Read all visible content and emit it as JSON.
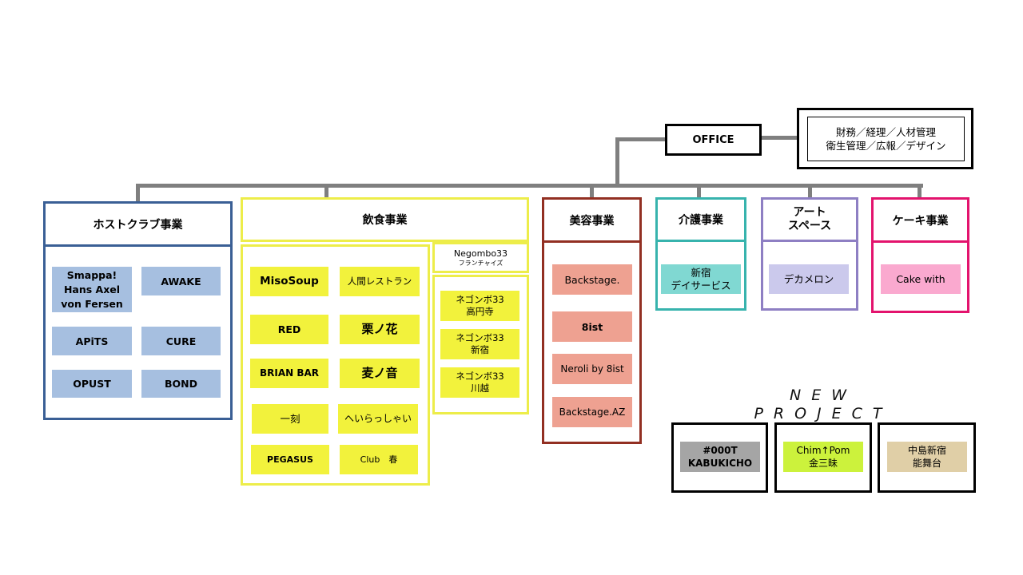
{
  "office": {
    "label": "OFFICE"
  },
  "admin": {
    "line1": "財務／経理／人材管理",
    "line2": "衛生管理／広報／デザイン"
  },
  "host": {
    "title": "ホストクラブ事業",
    "clubs": [
      {
        "lines": [
          "Smappa!",
          "Hans Axel",
          "von Fersen"
        ]
      },
      {
        "lines": [
          "AWAKE"
        ]
      },
      {
        "lines": [
          "APiTS"
        ]
      },
      {
        "lines": [
          "CURE"
        ]
      },
      {
        "lines": [
          "OPUST"
        ]
      },
      {
        "lines": [
          "BOND"
        ]
      }
    ]
  },
  "food": {
    "title": "飲食事業",
    "shops": [
      "MisoSoup",
      "人間レストラン",
      "RED",
      "栗ノ花",
      "BRIAN BAR",
      "麦ノ音",
      "一刻",
      "へいらっしゃい",
      "PEGASUS",
      "Club　春"
    ],
    "franchise": {
      "title": "Negombo33",
      "subtitle": "フランチャイズ",
      "shops": [
        {
          "line1": "ネゴンボ33",
          "line2": "高円寺"
        },
        {
          "line1": "ネゴンボ33",
          "line2": "新宿"
        },
        {
          "line1": "ネゴンボ33",
          "line2": "川越"
        }
      ]
    }
  },
  "beauty": {
    "title": "美容事業",
    "shops": [
      "Backstage.",
      "8ist",
      "Neroli by 8ist",
      "Backstage.AZ"
    ]
  },
  "care": {
    "title": "介護事業",
    "shop": {
      "line1": "新宿",
      "line2": "デイサービス"
    }
  },
  "art": {
    "title1": "アート",
    "title2": "スペース",
    "shop": "デカメロン"
  },
  "cake": {
    "title": "ケーキ事業",
    "shop": "Cake with"
  },
  "new_project": {
    "title": "NEW　PROJECT",
    "items": [
      {
        "line1": "#000T",
        "line2": "KABUKICHO",
        "color": "#a5a5a5"
      },
      {
        "line1": "Chim↑Pom",
        "line2": "金三昧",
        "color": "#ccf23c"
      },
      {
        "line1": "中島新宿",
        "line2": "能舞台",
        "color": "#e0cfa7"
      }
    ]
  },
  "colors": {
    "connector": "#7f7f7f",
    "host": "#3a5f95",
    "food": "#eded4a",
    "beauty": "#922f22",
    "care": "#37b3ad",
    "art": "#8e7fc3",
    "cake": "#e3136d"
  }
}
